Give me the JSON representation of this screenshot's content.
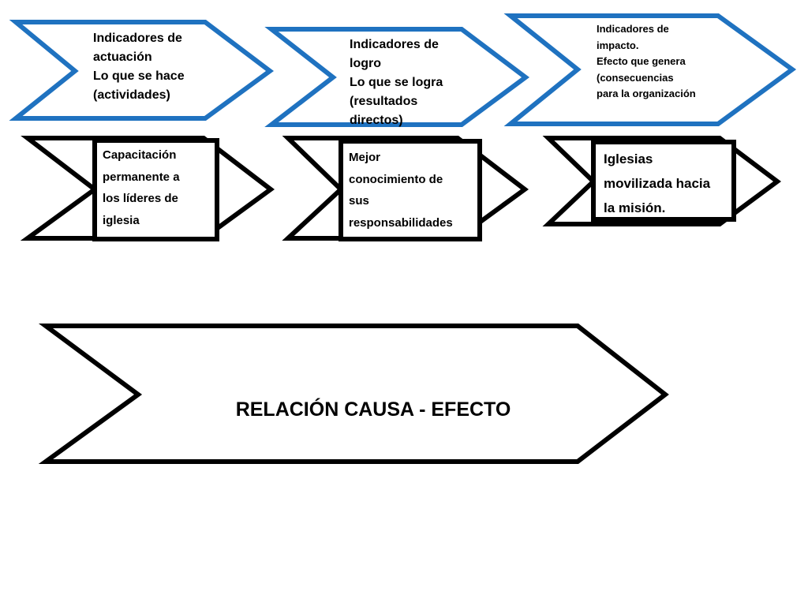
{
  "colors": {
    "top_arrow_stroke": "#1f72c0",
    "bottom_stroke": "#000000",
    "fill": "#ffffff",
    "text": "#000000"
  },
  "indicators": [
    {
      "text": "Indicadores de\nactuación\nLo que se hace\n(actividades)"
    },
    {
      "text": "Indicadores de\nlogro\nLo que se logra\n(resultados\ndirectos)"
    },
    {
      "text": "Indicadores de\nimpacto.\nEfecto que genera\n(consecuencias\npara la organización"
    }
  ],
  "examples": [
    {
      "text": "Capacitación\npermanente a\nlos líderes de\niglesia"
    },
    {
      "text": "Mejor\nconocimiento de\nsus\nresponsabilidades"
    },
    {
      "text": "Iglesias\nmovilizada hacia\nla misión."
    }
  ],
  "relation": {
    "title": "RELACIÓN CAUSA - EFECTO"
  }
}
